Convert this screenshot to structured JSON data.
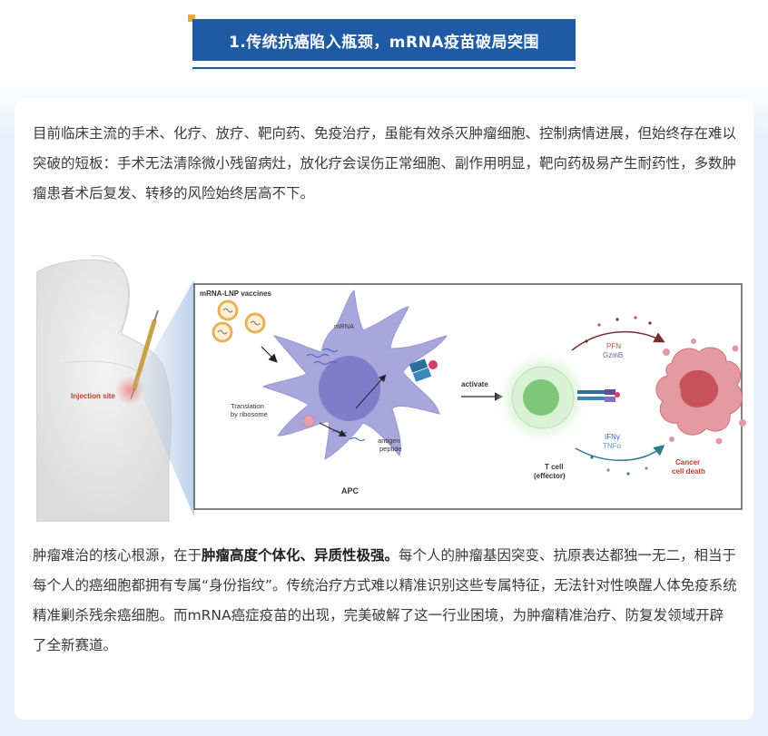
{
  "title": "1.传统抗癌陷入瓶颈，mRNA疫苗破局突围",
  "paragraph1": "目前临床主流的手术、化疗、放疗、靶向药、免疫治疗，虽能有效杀灭肿瘤细胞、控制病情进展，但始终存在难以突破的短板：手术无法清除微小残留病灶，放化疗会误伤正常细胞、副作用明显，靶向药极易产生耐药性，多数肿瘤患者术后复发、转移的风险始终居高不下。",
  "paragraph2": {
    "before": "肿瘤难治的核心根源，在于",
    "bold": "肿瘤高度个体化、异质性极强。",
    "after": "每个人的肿瘤基因突变、抗原表达都独一无二，相当于每个人的癌细胞都拥有专属“身份指纹”。传统治疗方式难以精准识别这些专属特征，无法针对性唤醒人体免疫系统精准剿杀残余癌细胞。而mRNA癌症疫苗的出现，完美破解了这一行业困境，为肿瘤精准治疗、防复发领域开辟了全新赛道。"
  },
  "figure": {
    "injection_site": "Injection site",
    "vaccines_label": "mRNA-LNP vaccines",
    "mrna_label": "mRNA",
    "translation_line1": "Translation",
    "translation_line2": "by ribosome",
    "antigen_line1": "antigen",
    "antigen_line2": "peptide",
    "apc_label": "APC",
    "activate_label": "activate",
    "tcell_line1": "T cell",
    "tcell_line2": "(effector)",
    "pfn": "PFN",
    "gzmb": "GzmB",
    "ifng": "IFNγ",
    "tnfa": "TNFα",
    "cancer_line1": "Cancer",
    "cancer_line2": "cell death"
  },
  "colors": {
    "title_bg": "#1f5aa5",
    "accent": "#f2a93b",
    "page_bg": "#e9f2fc",
    "apc": "#a8a6dd",
    "cancer": "#d9737a",
    "tcell": "#7ec77b"
  }
}
